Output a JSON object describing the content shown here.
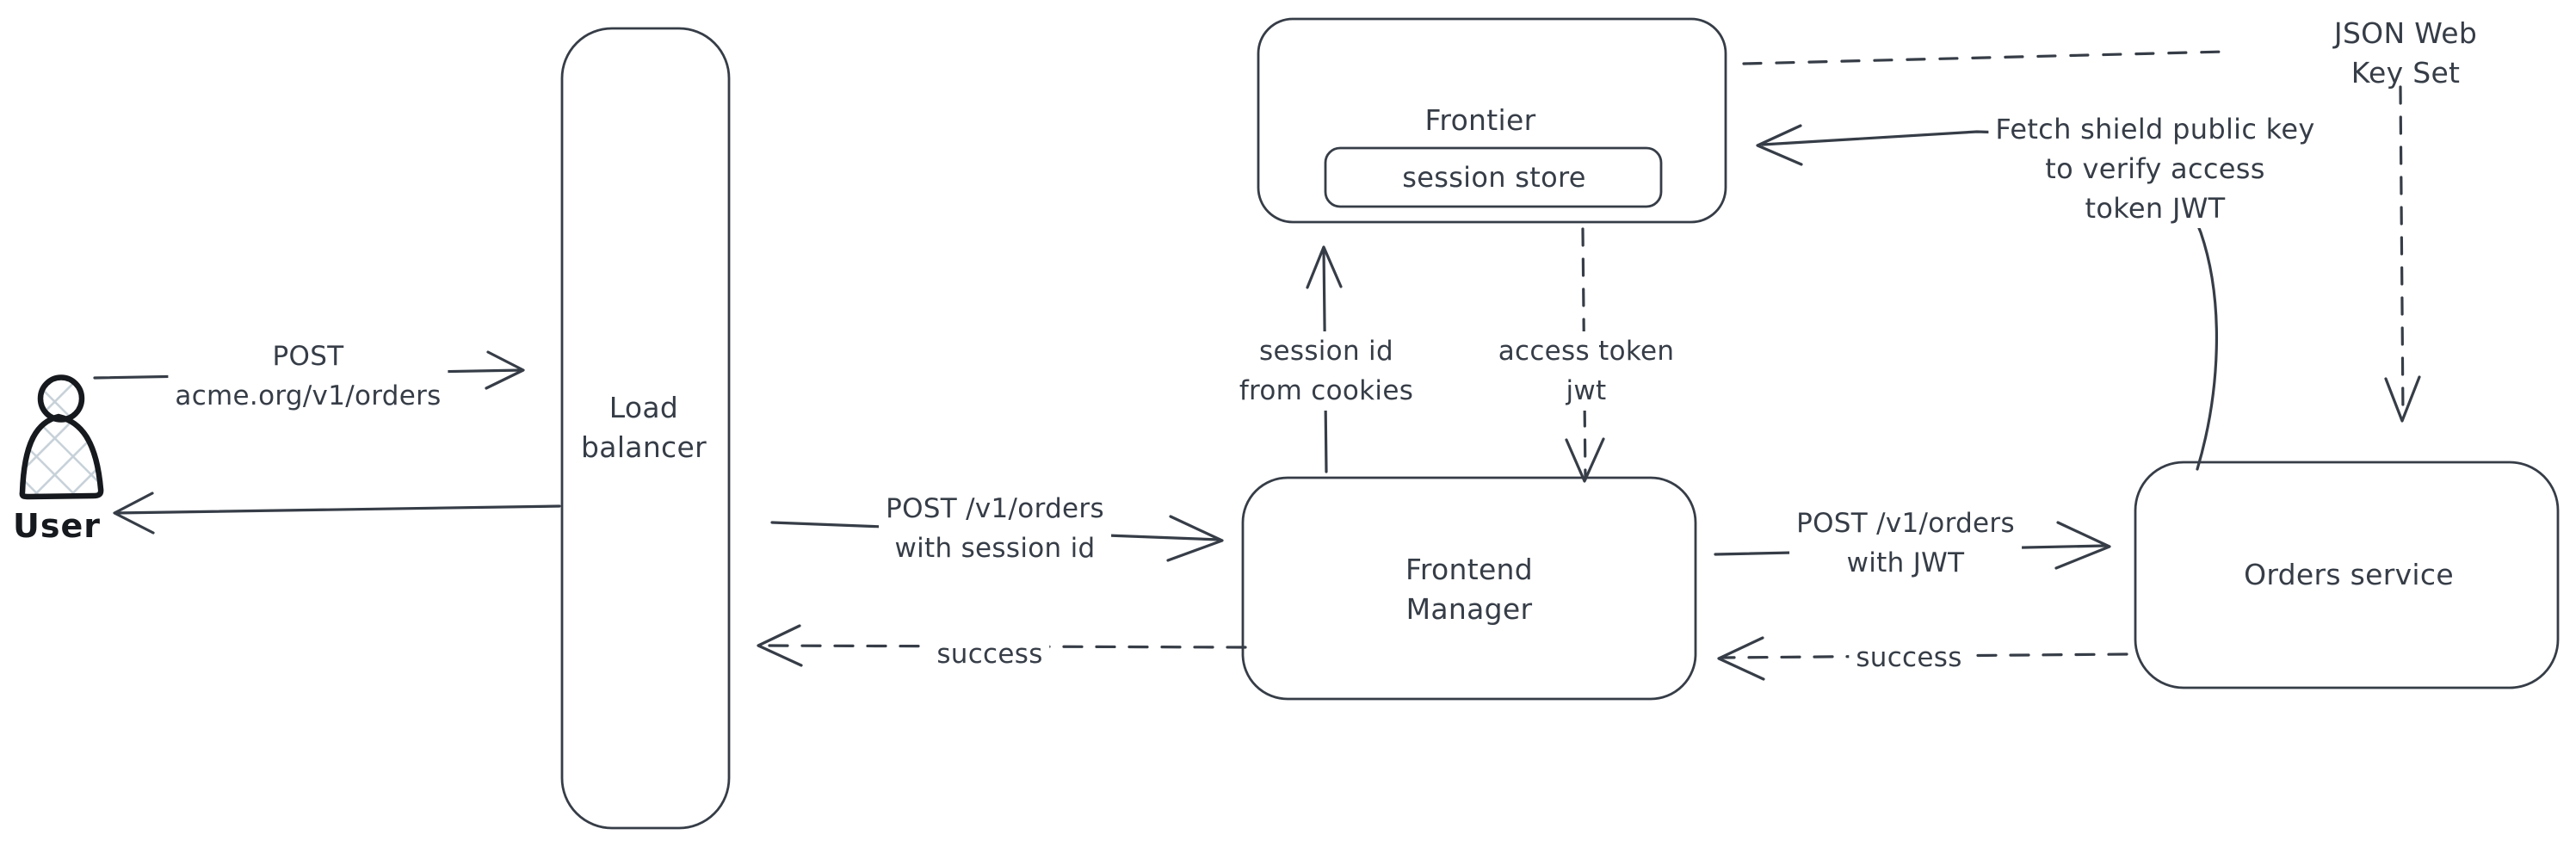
{
  "colors": {
    "ink": "#363d47",
    "user_outline": "#16191d",
    "user_hatch_fill": "#c6d0d8",
    "background": "#ffffff"
  },
  "nodes": {
    "user": {
      "label": "User"
    },
    "load_balancer": {
      "label": "Load\nbalancer"
    },
    "frontier": {
      "label": "Frontier"
    },
    "session_store": {
      "label": "session store"
    },
    "frontend_manager": {
      "label": "Frontend\nManager"
    },
    "orders_service": {
      "label": "Orders service"
    },
    "jwks": {
      "label": "JSON Web Key Set"
    }
  },
  "edges": [
    {
      "from": "user",
      "to": "load_balancer",
      "style": "solid",
      "label": "POST\nacme.org/v1/orders"
    },
    {
      "from": "load_balancer",
      "to": "user",
      "style": "solid",
      "label": ""
    },
    {
      "from": "load_balancer",
      "to": "frontend_manager",
      "style": "solid",
      "label": "POST /v1/orders\nwith session id"
    },
    {
      "from": "frontend_manager",
      "to": "load_balancer",
      "style": "dashed",
      "label": "success"
    },
    {
      "from": "frontend_manager",
      "to": "frontier",
      "style": "solid",
      "label": "session id\nfrom cookies"
    },
    {
      "from": "frontier",
      "to": "frontend_manager",
      "style": "dashed",
      "label": "access token\njwt"
    },
    {
      "from": "frontend_manager",
      "to": "orders_service",
      "style": "solid",
      "label": "POST /v1/orders\nwith JWT"
    },
    {
      "from": "orders_service",
      "to": "frontend_manager",
      "style": "dashed",
      "label": "success"
    },
    {
      "from": "orders_service",
      "to": "frontier",
      "style": "solid",
      "label": "Fetch shield public key\nto verify access\ntoken JWT"
    },
    {
      "from": "frontier",
      "to": "jwks",
      "style": "dashed",
      "label": ""
    },
    {
      "from": "jwks",
      "to": "orders_service",
      "style": "dashed",
      "label": ""
    }
  ]
}
